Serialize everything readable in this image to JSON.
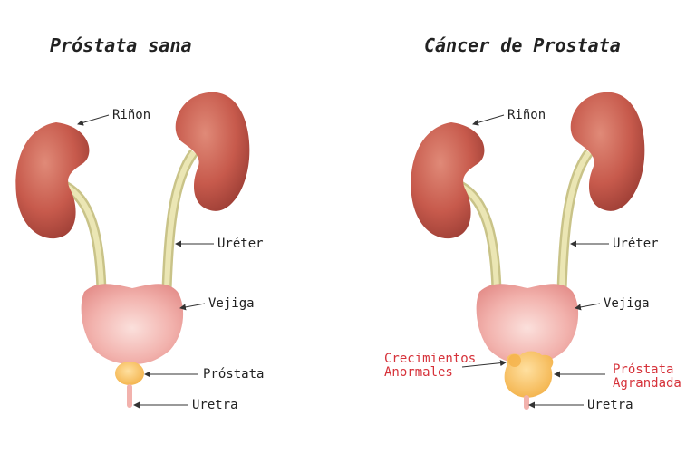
{
  "left_panel": {
    "title": "Próstata sana",
    "labels": {
      "kidney": "Riñon",
      "ureter": "Uréter",
      "bladder": "Vejiga",
      "prostate": "Próstata",
      "urethra": "Uretra"
    }
  },
  "right_panel": {
    "title": "Cáncer de Prostata",
    "labels": {
      "kidney": "Riñon",
      "ureter": "Uréter",
      "bladder": "Vejiga",
      "abnormal_line1": "Crecimientos",
      "abnormal_line2": "Anormales",
      "prostate_line1": "Próstata",
      "prostate_line2": "Agrandada",
      "urethra": "Uretra"
    }
  },
  "colors": {
    "kidney": "#c75a4c",
    "ureter": "#e2dca0",
    "bladder": "#f0a9a6",
    "prostate": "#f7c25c",
    "highlight_text": "#d6323a"
  }
}
